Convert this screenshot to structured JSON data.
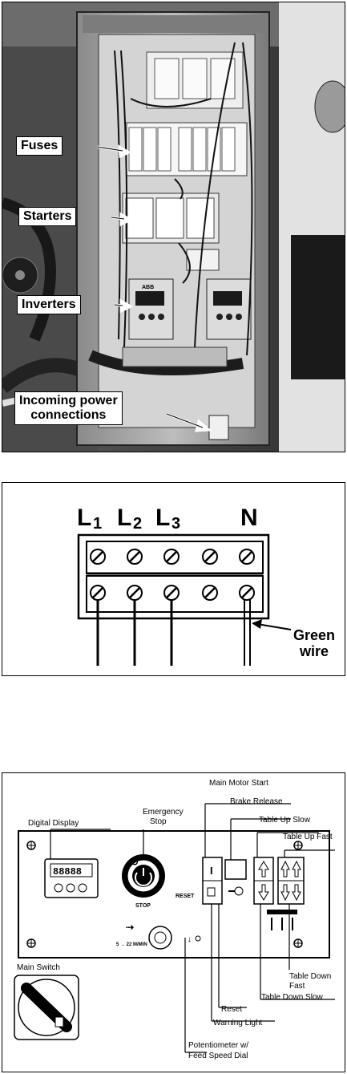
{
  "figure1": {
    "callouts": {
      "fuses": "Fuses",
      "starters": "Starters",
      "inverters": "Inverters",
      "incoming_line1": "Incoming power",
      "incoming_line2": "connections"
    },
    "inverter_brand": "ABB"
  },
  "figure2": {
    "terminals": {
      "l1": "L1",
      "l1_main": "L",
      "l1_sub": "1",
      "l2_main": "L",
      "l2_sub": "2",
      "l3_main": "L",
      "l3_sub": "3",
      "n": "N"
    },
    "green_wire_line1": "Green",
    "green_wire_line2": "wire"
  },
  "figure3": {
    "labels": {
      "main_motor_start": "Main Motor Start",
      "brake_release": "Brake Release",
      "emergency_stop_1": "Emergency",
      "emergency_stop_2": "Stop",
      "table_up_slow": "Table Up Slow",
      "table_up_fast": "Table Up Fast",
      "digital_display": "Digital Display",
      "main_switch": "Main Switch",
      "table_down_fast_1": "Table Down",
      "table_down_fast_2": "Fast",
      "table_down_slow": "Table Down Slow",
      "reset": "Reset",
      "warning_light": "Warning Light",
      "potentiometer_1": "Potentiometer w/",
      "potentiometer_2": "Feed Speed Dial"
    },
    "panel": {
      "stop": "STOP",
      "reset": "RESET",
      "speed_range": "5 → 22 M/MIN",
      "start_glyph": "I",
      "display_digits": "88888"
    }
  }
}
